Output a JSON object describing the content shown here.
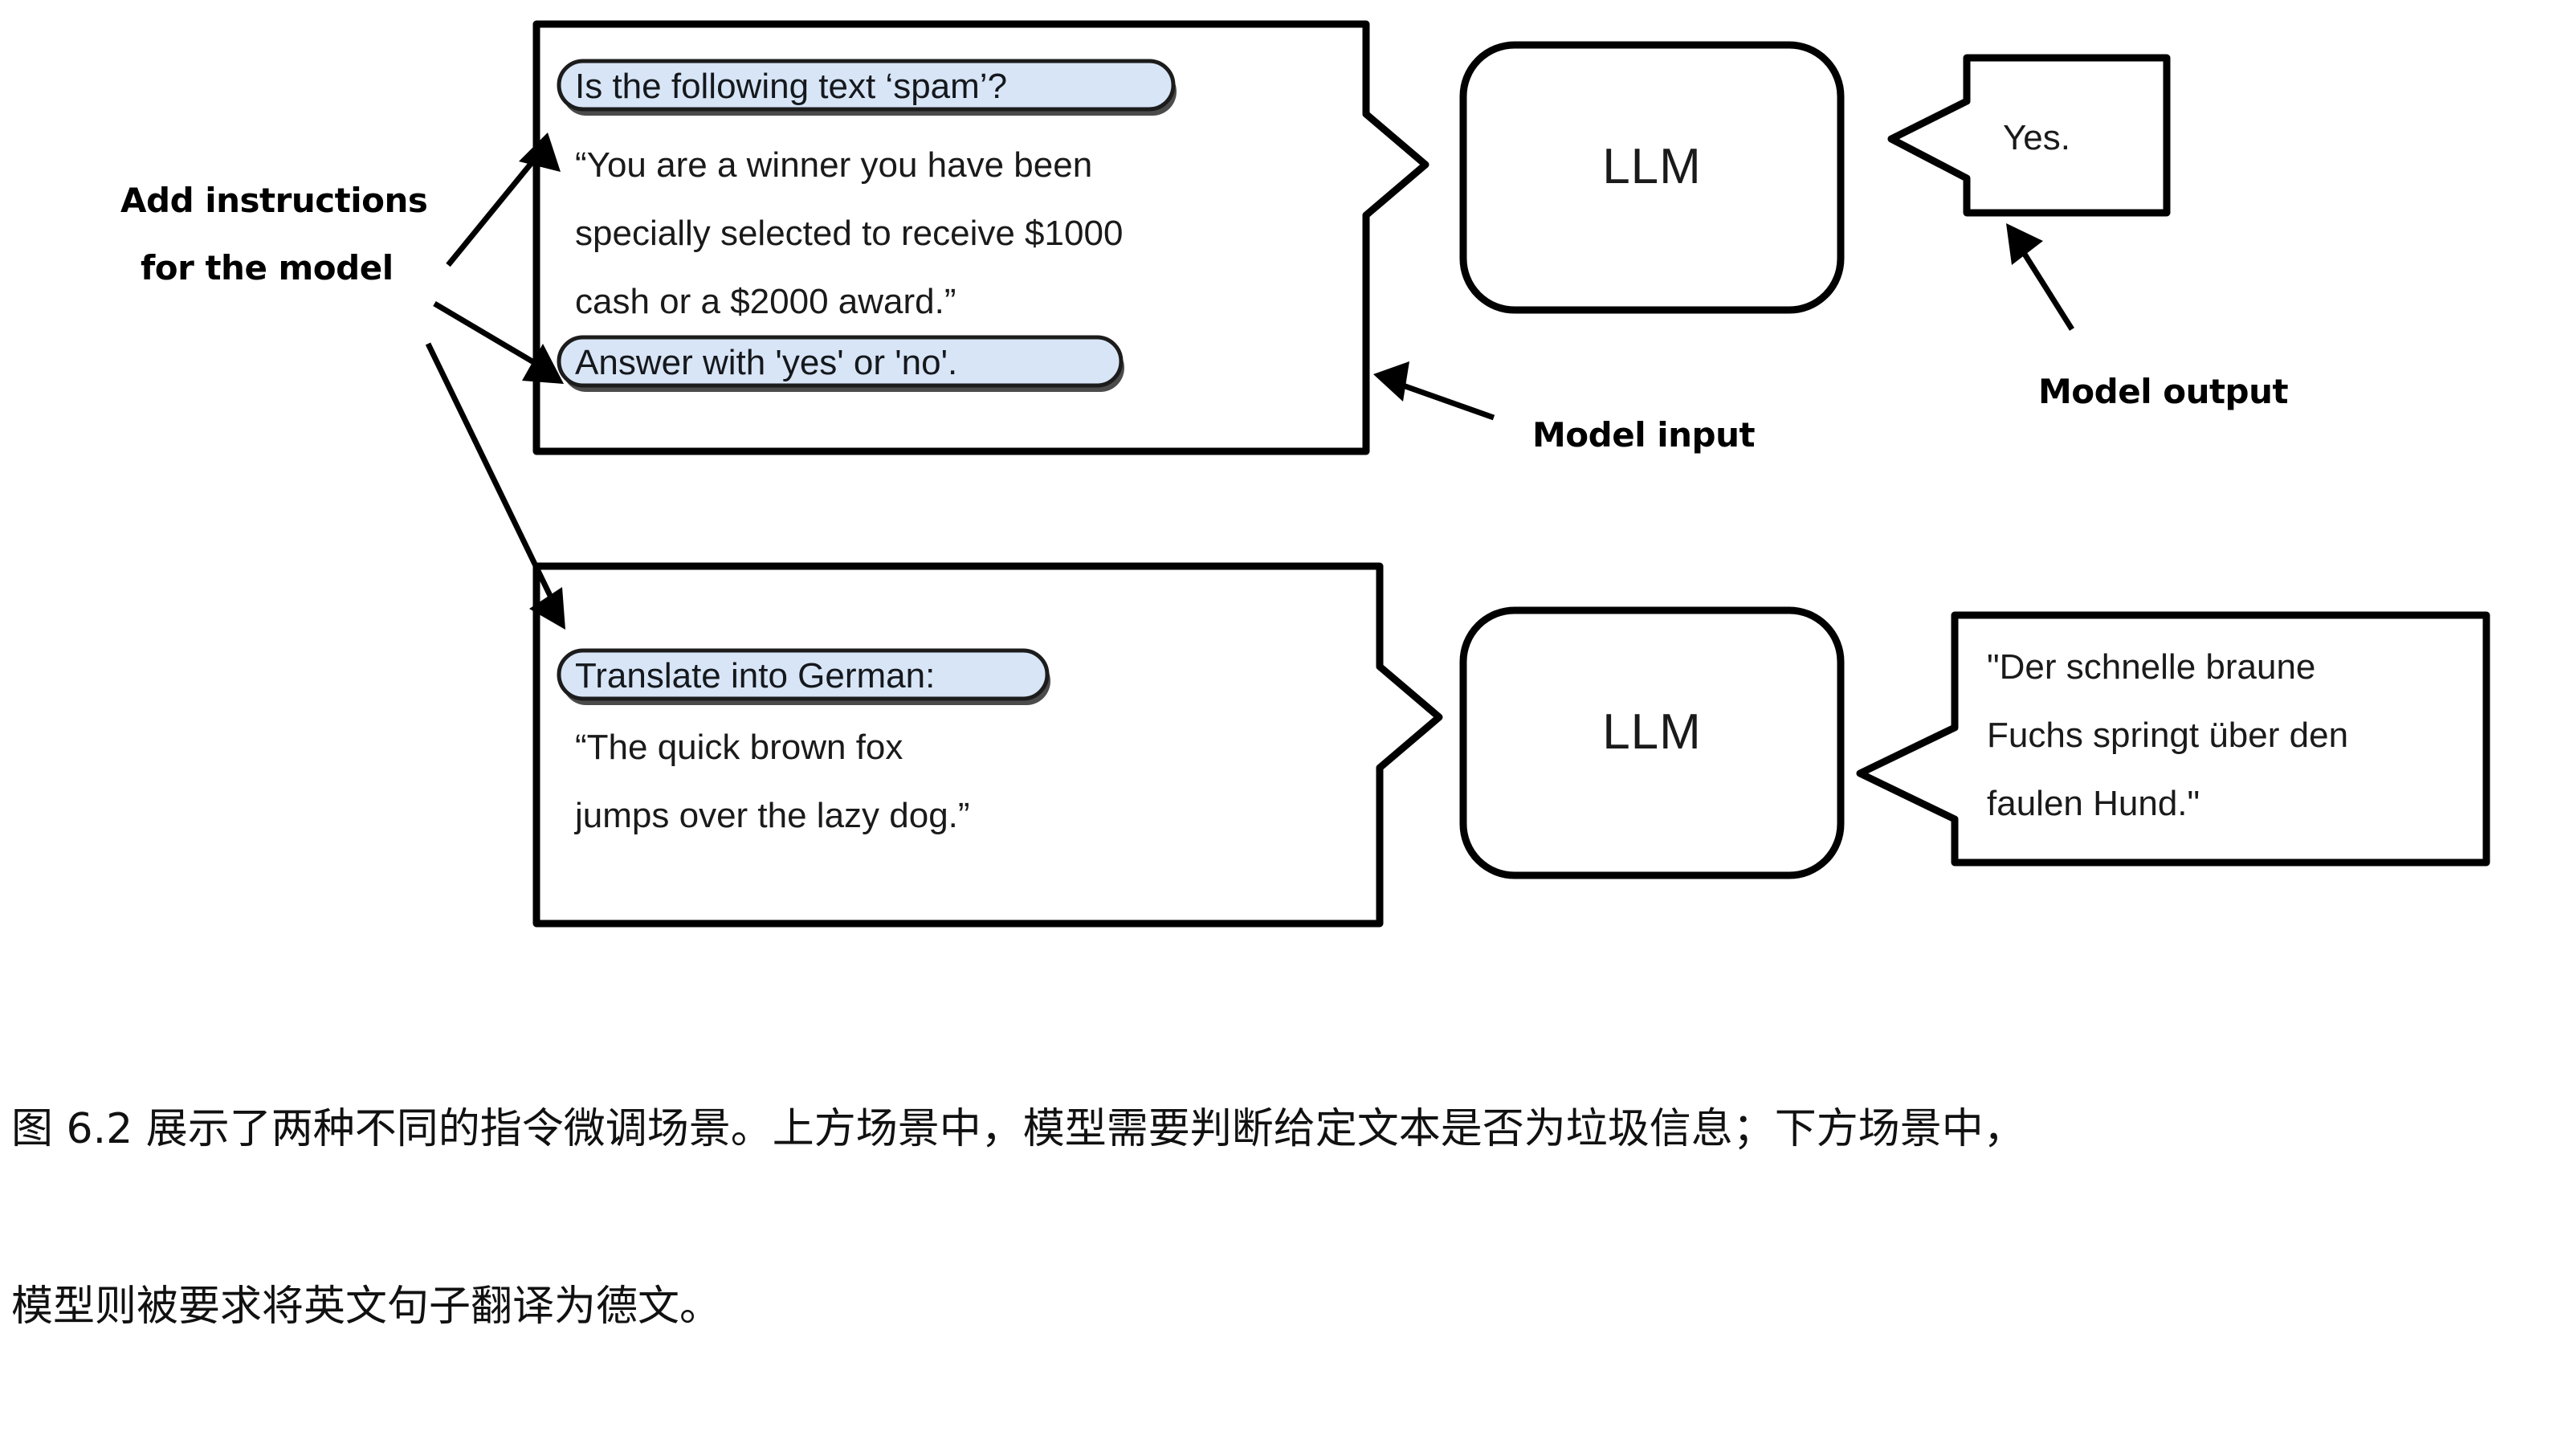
{
  "figure": {
    "caption_line1": "图 6.2 展示了两种不同的指令微调场景。上方场景中，模型需要判断给定文本是否为垃圾信息；下方场景中，",
    "caption_line2": "模型则被要求将英文句子翻译为德文。"
  },
  "annotations": {
    "add_instructions_line1": "Add instructions",
    "add_instructions_line2": "for the model",
    "model_input": "Model input",
    "model_output": "Model output"
  },
  "scenario_spam": {
    "instruction_pill_top": "Is the following text ‘spam’?",
    "body_line1": "“You are a winner you have been",
    "body_line2": "specially selected to receive $1000",
    "body_line3": "cash or a $2000 award.”",
    "instruction_pill_bottom": "Answer with 'yes' or 'no'.",
    "model_label": "LLM",
    "output_line1": "Yes."
  },
  "scenario_translate": {
    "instruction_pill_top": "Translate into German:",
    "body_line1": "“The quick brown fox",
    "body_line2": "jumps over the lazy dog.”",
    "model_label": "LLM",
    "output_line1": "\"Der schnelle braune",
    "output_line2": "Fuchs springt über den",
    "output_line3": "faulen Hund.\""
  },
  "colors": {
    "pill_fill": "#d7e5f6",
    "stroke": "#000000",
    "background": "#ffffff",
    "text": "#1a1a1a"
  }
}
